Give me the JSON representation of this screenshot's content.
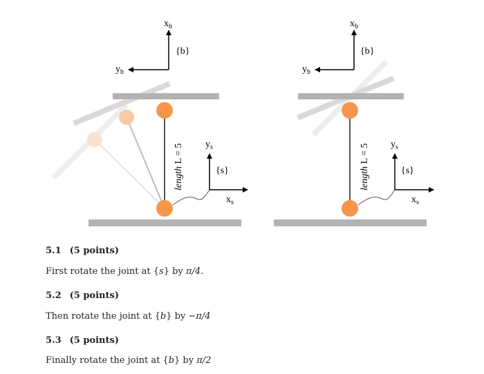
{
  "figure": {
    "frame_b": {
      "x_label": "x",
      "x_sub": "b",
      "y_label": "y",
      "y_sub": "b",
      "name": "{b}"
    },
    "frame_s": {
      "x_label": "x",
      "x_sub": "s",
      "y_label": "y",
      "y_sub": "s",
      "name": "{s}"
    },
    "length_label": {
      "italic": "length",
      "rest": " L = 5"
    },
    "colors": {
      "joint": "#f7964a",
      "faded_joint_1": "#f9c9a4",
      "faded_joint_2": "#fbe1cf",
      "link": "#555555",
      "plate": "#b3b3b3"
    }
  },
  "questions": [
    {
      "number": "5.1",
      "points": "(5 points)",
      "text_before": "First rotate the joint at {",
      "var": "s",
      "text_mid": "} by ",
      "angle": "π/4",
      "text_after": "."
    },
    {
      "number": "5.2",
      "points": "(5 points)",
      "text_before": "Then rotate the joint at {",
      "var": "b",
      "text_mid": "} by ",
      "angle": "−π/4",
      "text_after": ""
    },
    {
      "number": "5.3",
      "points": "(5 points)",
      "text_before": "Finally rotate the joint at {",
      "var": "b",
      "text_mid": "} by ",
      "angle": "π/2",
      "text_after": ""
    }
  ]
}
